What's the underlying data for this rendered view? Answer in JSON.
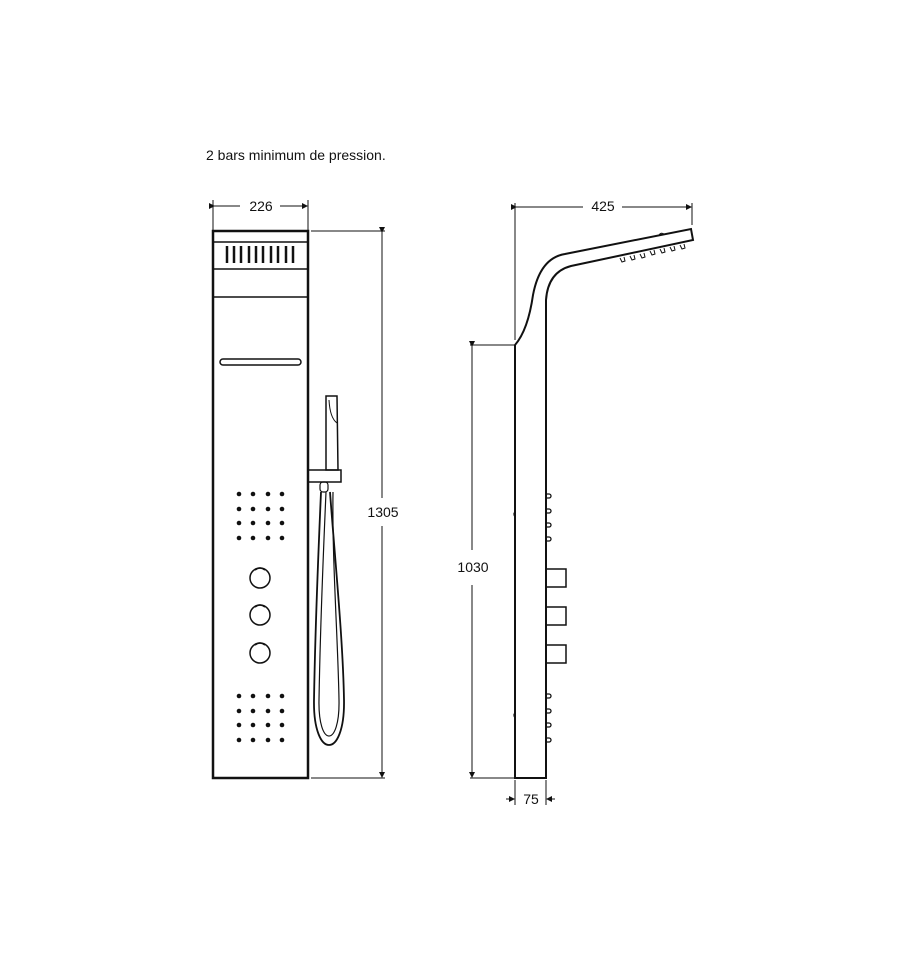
{
  "note": "2 bars minimum de pression.",
  "front_view": {
    "width_label": "226",
    "height_label": "1305",
    "body_jet_grids": 2,
    "control_knobs": 3
  },
  "side_view": {
    "width_label": "425",
    "height_label": "1030",
    "depth_label": "75",
    "control_knobs": 3
  },
  "colors": {
    "line": "#111111",
    "background": "#ffffff"
  }
}
